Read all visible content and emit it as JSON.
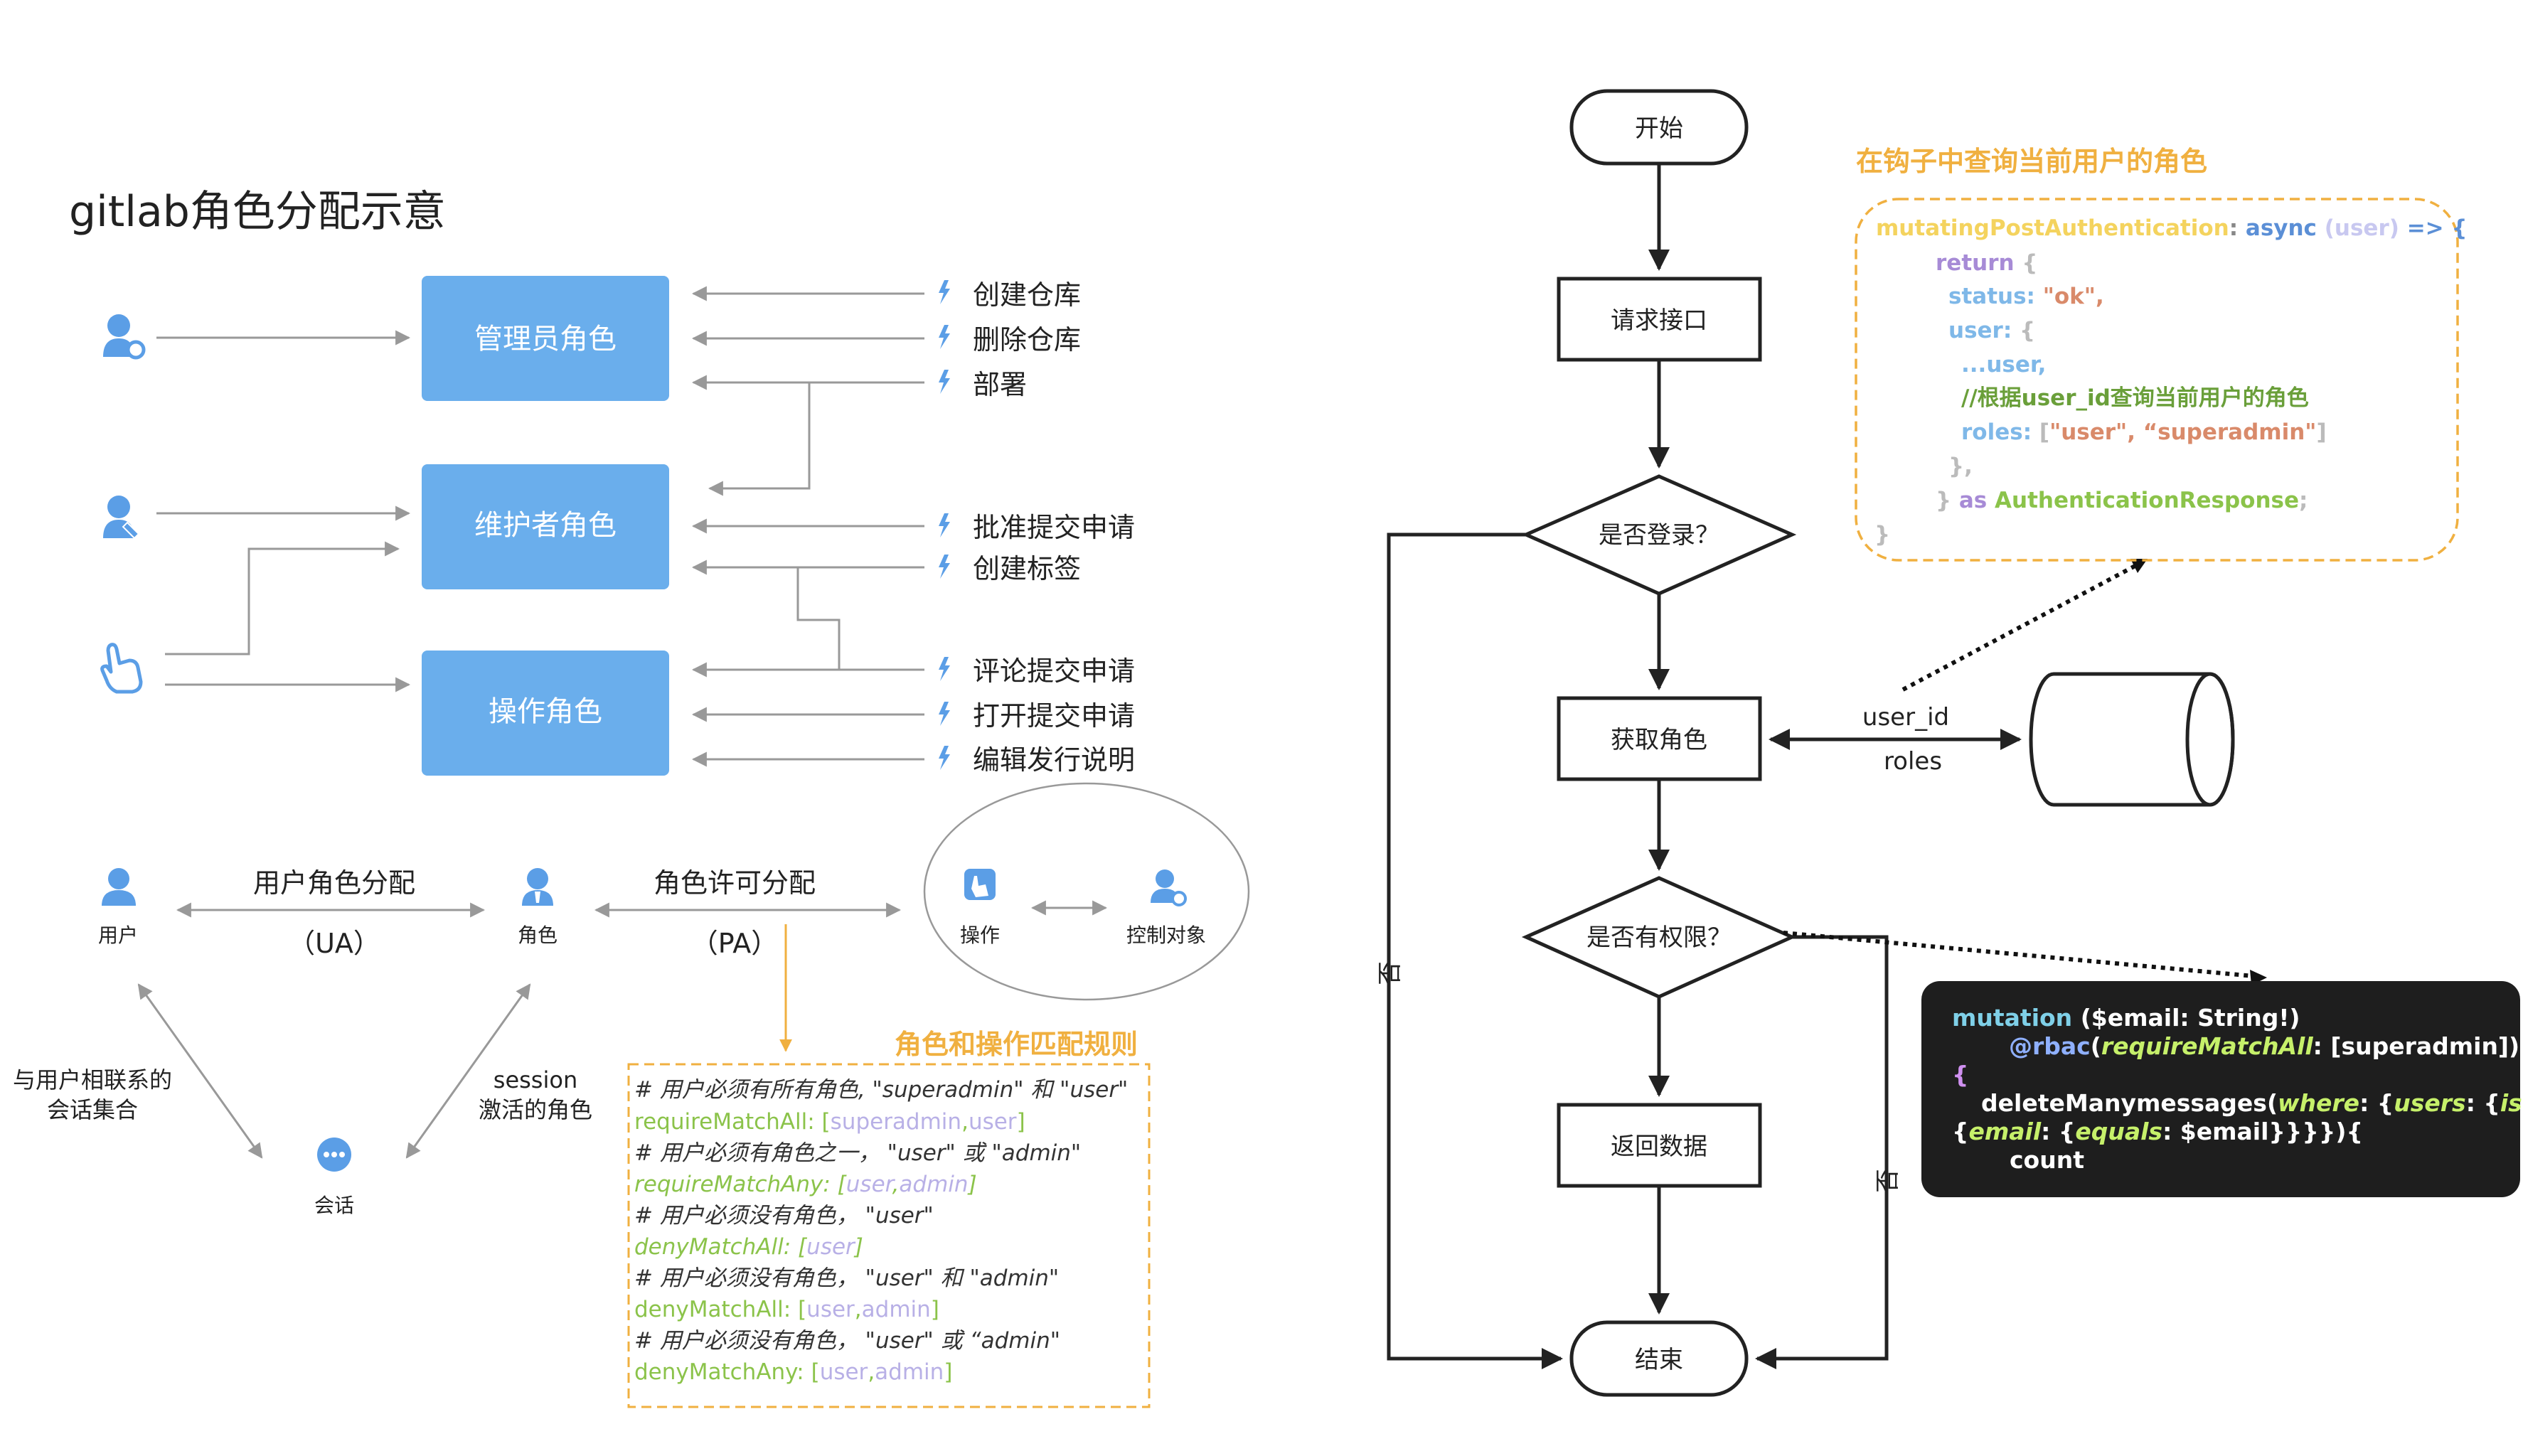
{
  "left": {
    "title": "gitlab角色分配示意",
    "roles": [
      {
        "label": "管理员角色",
        "permissions": [
          "创建仓库",
          "删除仓库",
          "部署"
        ]
      },
      {
        "label": "维护者角色",
        "permissions": [
          "批准提交申请",
          "创建标签"
        ]
      },
      {
        "label": "操作角色",
        "permissions": [
          "评论提交申请",
          "打开提交申请",
          "编辑发行说明"
        ]
      }
    ],
    "model": {
      "user": "用户",
      "role": "角色",
      "operation": "操作",
      "object": "控制对象",
      "session": "会话",
      "ua_label": "用户角色分配",
      "ua_abbr": "（UA）",
      "pa_label": "角色许可分配",
      "pa_abbr": "（PA）",
      "user_session_line1": "与用户相联系的",
      "user_session_line2": "会话集合",
      "session_role_line1": "session",
      "session_role_line2": "激活的角色"
    },
    "rules": {
      "title": "角色和操作匹配规则",
      "lines": [
        {
          "comment": "# 用户必须有所有角色, \"superadmin\" 和 \"user\"",
          "key": "requireMatchAll",
          "values": [
            "superadmin",
            "user"
          ]
        },
        {
          "comment": "# 用户必须有角色之一，  \"user\" 或 \"admin\"",
          "key": "requireMatchAny",
          "values": [
            "user",
            "admin"
          ]
        },
        {
          "comment": "# 用户必须没有角色，  \"user\"",
          "key": "denyMatchAll",
          "values": [
            "user"
          ]
        },
        {
          "comment": "# 用户必须没有角色，  \"user\" 和 \"admin\"",
          "key": "denyMatchAll",
          "values": [
            "user",
            "admin"
          ]
        },
        {
          "comment": "# 用户必须没有角色，  \"user\" 或 “admin\"",
          "key": "denyMatchAny",
          "values": [
            "user",
            "admin"
          ]
        }
      ]
    }
  },
  "flow": {
    "start": "开始",
    "request": "请求接口",
    "logged_in": "是否登录？",
    "get_role": "获取角色",
    "has_permission": "是否有权限？",
    "return_data": "返回数据",
    "end": "结束",
    "no_label": "否",
    "edge_user_id": "user_id",
    "edge_roles": "roles"
  },
  "hook": {
    "title": "在钩子中查询当前用户的角色",
    "code": {
      "fn": "mutatingPostAuthentication",
      "async": "async",
      "param": "(user)",
      "arrow": "=> {",
      "return": "return",
      "brace_open": "{",
      "status_key": "status:",
      "status_val": "\"ok\",",
      "user_key": "user:",
      "spread": "...user,",
      "comment": "//根据user_id查询当前用户的角色",
      "roles_key": "roles:",
      "roles_open": "[",
      "role1": "\"user\",",
      "role2": "“superadmin\"",
      "roles_close": "]",
      "inner_close": "},",
      "close": "}",
      "as": "as",
      "type": "AuthenticationResponse",
      "semi": ";",
      "final": "}"
    }
  },
  "mutation": {
    "kw": "mutation",
    "args": "($email: String!)",
    "directive": "@rbac",
    "dir_open": "(",
    "dir_key": "requireMatchAll",
    "dir_val": ": [superadmin])",
    "open_brace": "{",
    "field": "deleteManymessages",
    "where_open": "(",
    "where": "where",
    "where_rest": ": {",
    "users": "users",
    "users_rest": ": {",
    "is": "is",
    "is_rest": ":",
    "brace2": "{",
    "email": "email",
    "email_rest": ": {",
    "equals": "equals",
    "equals_rest": ": $email}}}}){",
    "count": "count"
  },
  "colors": {
    "role_box": "#6aaeec",
    "icon_blue": "#5b9ee6",
    "orange": "#f0b040",
    "green": "#8bc34a",
    "purple": "#a78bd6",
    "code_bg": "#1e1e1e"
  }
}
